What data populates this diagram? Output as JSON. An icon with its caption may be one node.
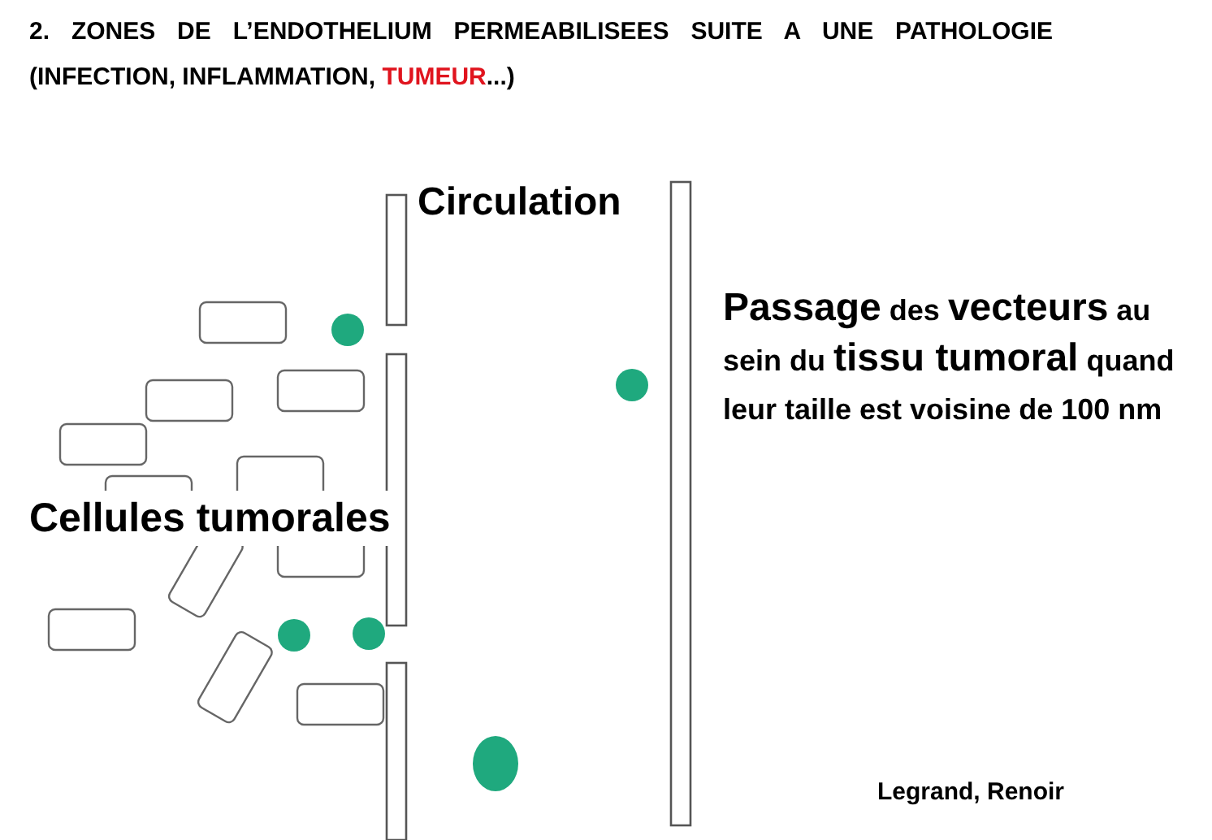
{
  "diagram": {
    "title": "2. ZONES DE L’ENDOTHELIUM PERMEABILISEES SUITE A UNE PATHOLOGIE (INFECTION, INFLAMMATION, **TUMEUR**...)",
    "labels": [
      "Circulation",
      "Cellules tumorales",
      "**Passage** des **vecteurs** au sein du **tissu tumoral** quand leur taille est voisine de 100 nm",
      "Legrand, Renoir"
    ]
  }
}
